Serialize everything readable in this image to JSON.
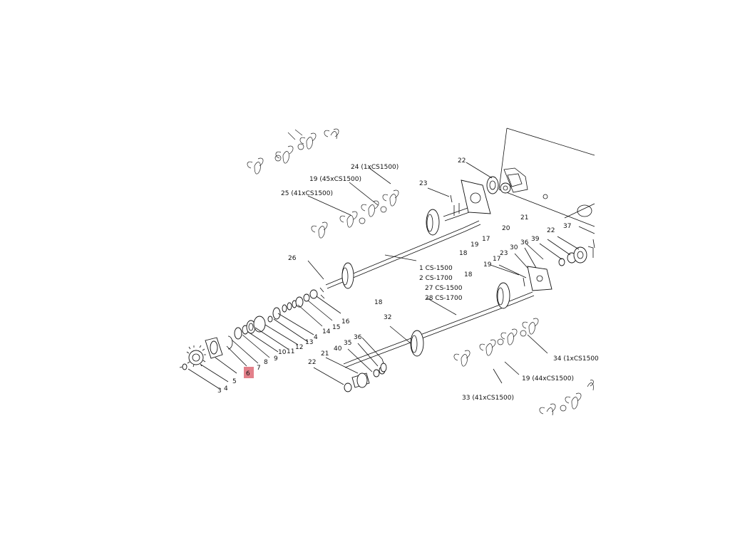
{
  "diagram": {
    "highlighted": "6",
    "highlight_color": "#e3808a",
    "labels": {
      "l1": "1 CS-1500",
      "l2": "2 CS-1700",
      "l27": "27 CS-1500",
      "l28": "28 CS-1700",
      "l3": "3",
      "l4a": "4",
      "l4b": "4",
      "l5": "5",
      "l6": "6",
      "l7": "7",
      "l8": "8",
      "l9": "9",
      "l10": "10",
      "l11": "11",
      "l12": "12",
      "l13": "13",
      "l14": "14",
      "l15": "15",
      "l16": "16",
      "l17a": "17",
      "l17b": "17",
      "l18a": "18",
      "l18b": "18",
      "l18c": "18",
      "l19a": "19",
      "l19b": "19",
      "l19c": "19 (45xCS1500)",
      "l19d": "19 (44xCS1500)",
      "l20": "20",
      "l21a": "21",
      "l21b": "21",
      "l22a": "22",
      "l22b": "22",
      "l22c": "22",
      "l23a": "23",
      "l23b": "23",
      "l24": "24 (1xCS1500)",
      "l25": "25 (41xCS1500)",
      "l26": "26",
      "l30": "30",
      "l32": "32",
      "l33": "33 (41xCS1500)",
      "l34": "34 (1xCS1500",
      "l35": "35",
      "l36a": "36",
      "l36b": "36",
      "l37": "37",
      "l39": "39",
      "l40": "40"
    }
  }
}
